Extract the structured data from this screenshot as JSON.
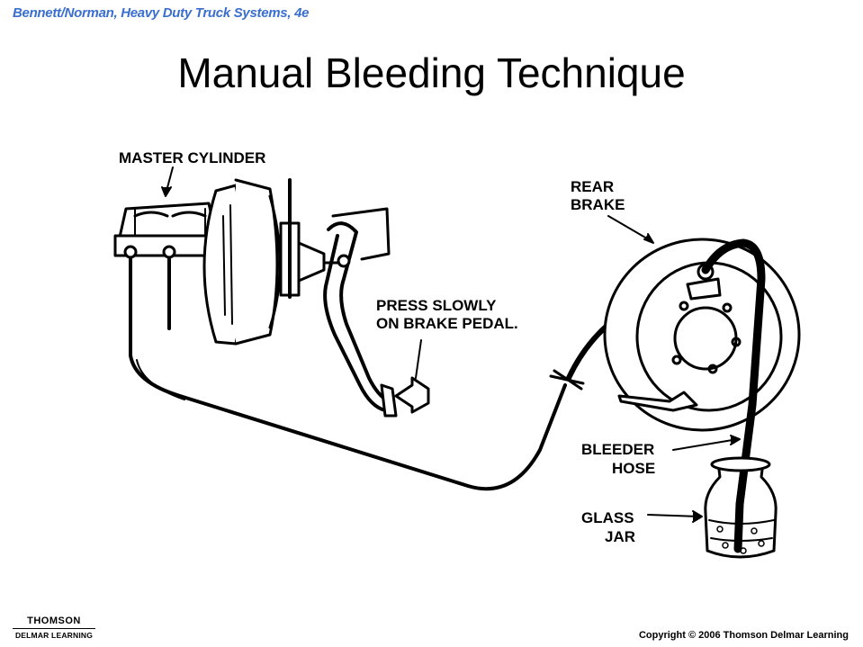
{
  "header": {
    "book_reference": "Bennett/Norman, Heavy Duty Truck Systems, 4e",
    "title": "Manual Bleeding Technique"
  },
  "labels": {
    "master_cylinder": "MASTER CYLINDER",
    "rear_brake_line1": "REAR",
    "rear_brake_line2": "BRAKE",
    "press_line1": "PRESS SLOWLY",
    "press_line2": "ON BRAKE PEDAL.",
    "bleeder_line1": "BLEEDER",
    "bleeder_line2": "HOSE",
    "glass_line1": "GLASS",
    "glass_line2": "JAR"
  },
  "footer": {
    "publisher_top": "THOMSON",
    "publisher_bottom": "DELMAR LEARNING",
    "copyright": "Copyright © 2006 Thomson Delmar Learning"
  }
}
